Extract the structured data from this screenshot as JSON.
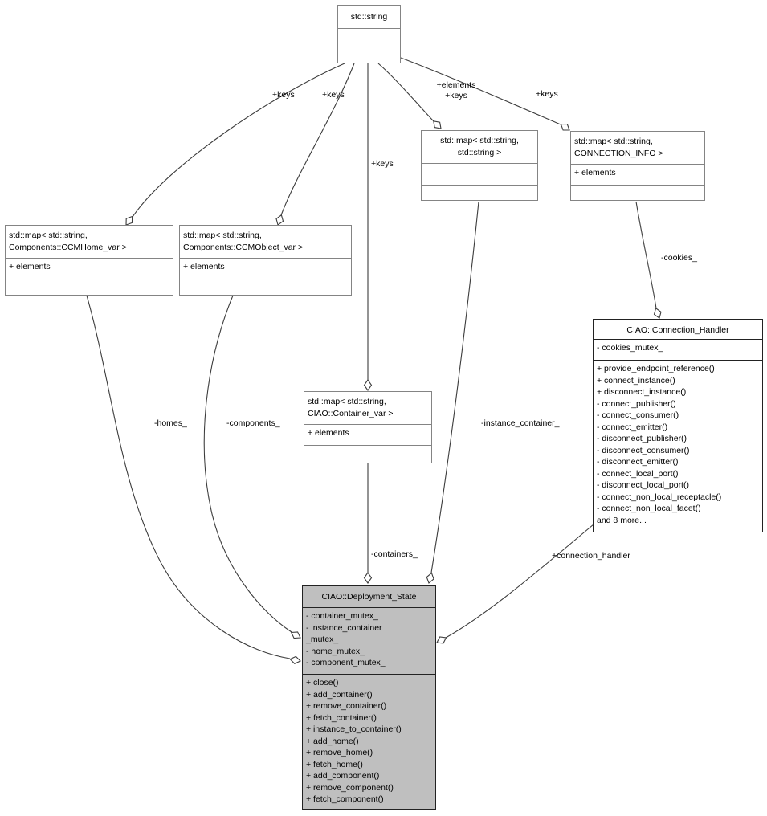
{
  "diagram": {
    "type": "uml-collaboration-diagram",
    "background_color": "#ffffff",
    "edge_color": "#3c3c3c",
    "current_node_fill": "#bfbfbf",
    "box_fill": "#ffffff"
  },
  "classes": {
    "std_string": {
      "title": "std::string",
      "attributes": [],
      "methods": []
    },
    "map_ccmhome": {
      "title_lines": [
        "std::map< std::string,",
        " Components::CCMHome_var >"
      ],
      "attributes": [
        "+ elements"
      ],
      "methods": []
    },
    "map_ccmobject": {
      "title_lines": [
        "std::map< std::string,",
        " Components::CCMObject_var >"
      ],
      "attributes": [
        "+ elements"
      ],
      "methods": []
    },
    "map_str_str": {
      "title_lines": [
        "std::map< std::string,",
        "std::string >"
      ],
      "attributes": [],
      "methods": []
    },
    "map_conn_info": {
      "title_lines": [
        "std::map< std::string,",
        " CONNECTION_INFO >"
      ],
      "attributes": [
        "+ elements"
      ],
      "methods": []
    },
    "map_container": {
      "title_lines": [
        "std::map< std::string,",
        " CIAO::Container_var >"
      ],
      "attributes": [
        "+ elements"
      ],
      "methods": []
    },
    "connection_handler": {
      "title": "CIAO::Connection_Handler",
      "attributes": [
        "- cookies_mutex_"
      ],
      "methods": [
        "+ provide_endpoint_reference()",
        "+ connect_instance()",
        "+ disconnect_instance()",
        "- connect_publisher()",
        "- connect_consumer()",
        "- connect_emitter()",
        "- disconnect_publisher()",
        "- disconnect_consumer()",
        "- disconnect_emitter()",
        "- connect_local_port()",
        "- disconnect_local_port()",
        "- connect_non_local_receptacle()",
        "- connect_non_local_facet()",
        "and 8 more..."
      ]
    },
    "deployment_state": {
      "title": "CIAO::Deployment_State",
      "attributes": [
        "- container_mutex_",
        "- instance_container",
        "_mutex_",
        "- home_mutex_",
        "- component_mutex_"
      ],
      "methods": [
        "+ close()",
        "+ add_container()",
        "+ remove_container()",
        "+ fetch_container()",
        "+ instance_to_container()",
        "+ add_home()",
        "+ remove_home()",
        "+ fetch_home()",
        "+ add_component()",
        "+ remove_component()",
        "+ fetch_component()"
      ]
    }
  },
  "edges": [
    {
      "from": "std::string",
      "to": "std::map< std::string, Components::CCMHome_var >",
      "kind": "aggregation",
      "label": "+keys"
    },
    {
      "from": "std::string",
      "to": "std::map< std::string, Components::CCMObject_var >",
      "kind": "aggregation",
      "label": "+keys"
    },
    {
      "from": "std::string",
      "to": "std::map< std::string, CIAO::Container_var >",
      "kind": "aggregation",
      "label": "+keys"
    },
    {
      "from": "std::string",
      "to": "std::map< std::string, std::string >",
      "kind": "aggregation",
      "label": [
        "+elements",
        "+keys"
      ]
    },
    {
      "from": "std::string",
      "to": "std::map< std::string, CONNECTION_INFO >",
      "kind": "aggregation",
      "label": "+keys"
    },
    {
      "from": "std::map< std::string, Components::CCMHome_var >",
      "to": "CIAO::Deployment_State",
      "kind": "aggregation",
      "label": "-homes_"
    },
    {
      "from": "std::map< std::string, Components::CCMObject_var >",
      "to": "CIAO::Deployment_State",
      "kind": "aggregation",
      "label": "-components_"
    },
    {
      "from": "std::map< std::string, CIAO::Container_var >",
      "to": "CIAO::Deployment_State",
      "kind": "aggregation",
      "label": "-containers_"
    },
    {
      "from": "std::map< std::string, std::string >",
      "to": "CIAO::Deployment_State",
      "kind": "aggregation",
      "label": "-instance_container_"
    },
    {
      "from": "std::map< std::string, CONNECTION_INFO >",
      "to": "CIAO::Connection_Handler",
      "kind": "aggregation",
      "label": "-cookies_"
    },
    {
      "from": "CIAO::Connection_Handler",
      "to": "CIAO::Deployment_State",
      "kind": "aggregation",
      "label": "+connection_handler"
    }
  ]
}
